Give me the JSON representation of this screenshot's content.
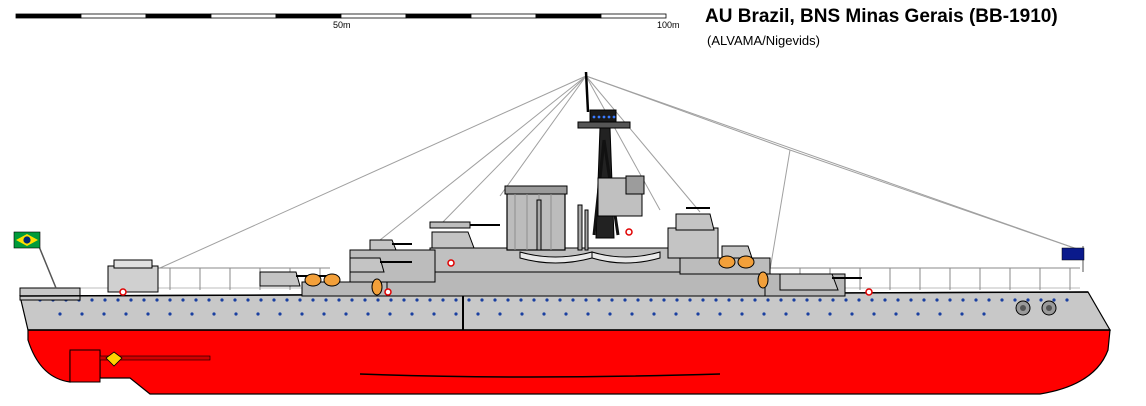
{
  "header": {
    "title": "AU Brazil, BNS Minas Gerais (BB-1910)",
    "credit": "(ALVAMA/Nigevids)"
  },
  "scale_bar": {
    "label_mid": "50m",
    "label_end": "100m"
  },
  "colors": {
    "hull_red": "#ff0000",
    "hull_grey": "#c0c0c0",
    "superstructure_grey": "#b4b4b4",
    "porthole_blue": "#1a3fa0",
    "rigging": "#9a9a9a",
    "outline": "#000000",
    "flag_green": "#009b3a",
    "flag_yellow": "#fedf00"
  }
}
